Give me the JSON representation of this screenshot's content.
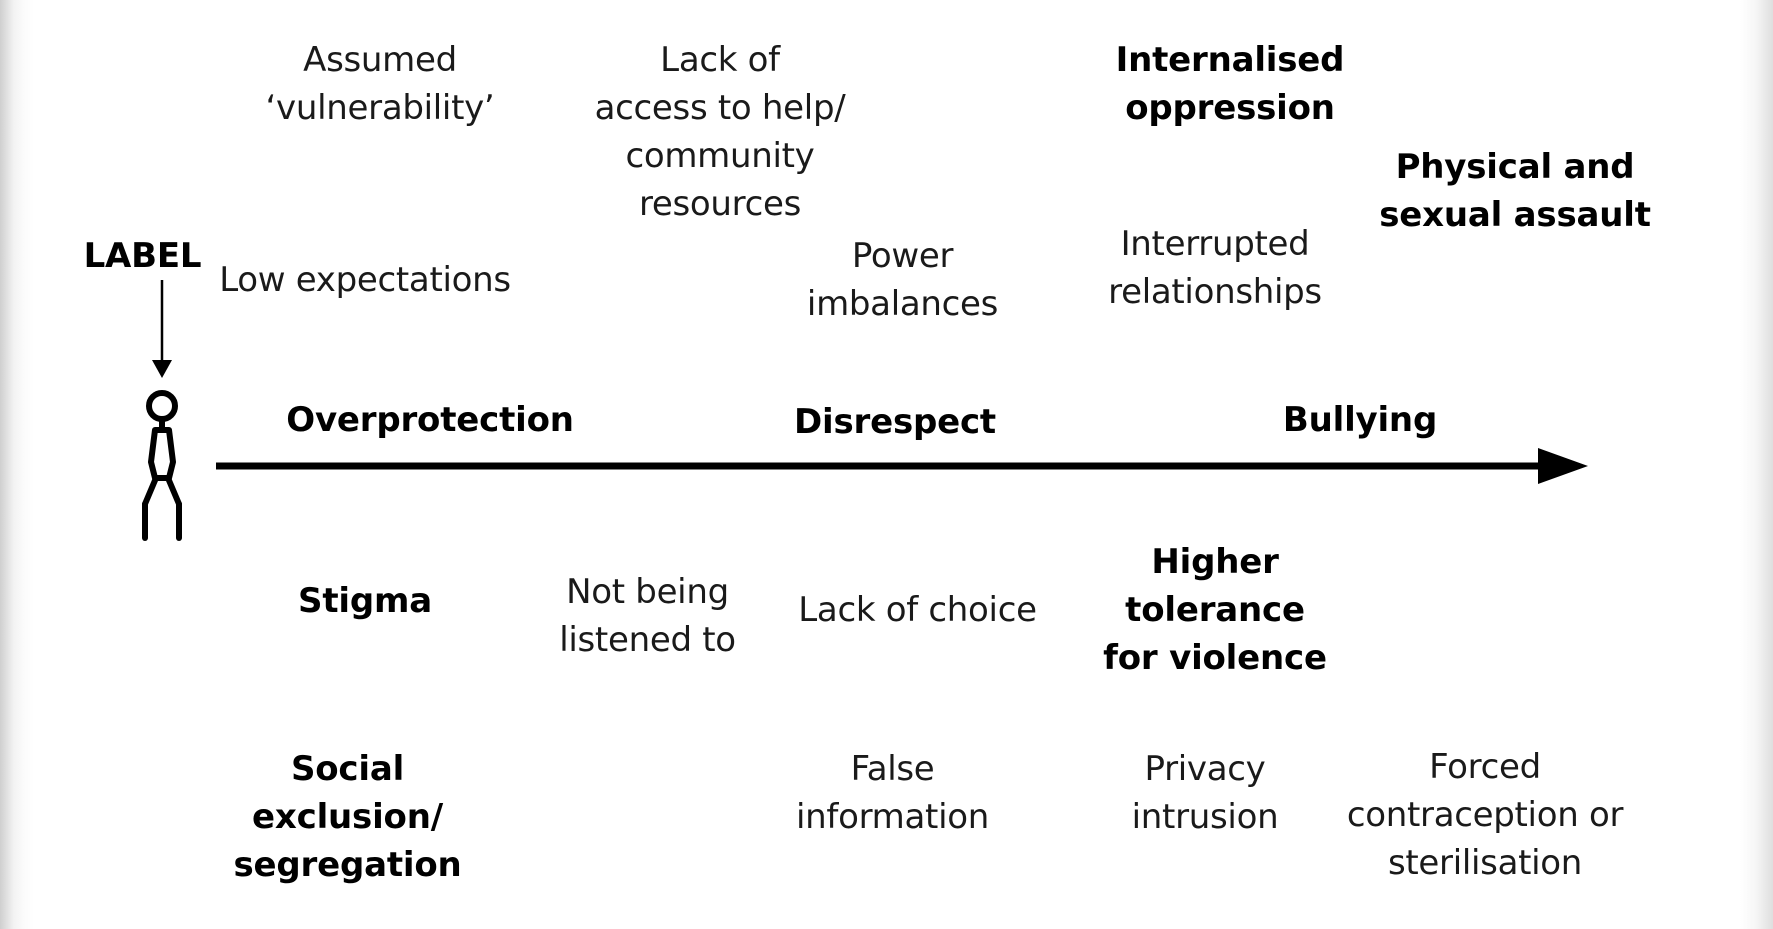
{
  "diagram": {
    "start_label": "LABEL",
    "axis_milestones": {
      "first": "Overprotection",
      "second": "Disrespect",
      "third": "Bullying"
    },
    "above_axis": {
      "assumed_vulnerability": "Assumed\n‘vulnerability’",
      "lack_of_access": "Lack of\naccess to help/\ncommunity\nresources",
      "internalised_oppression": "Internalised\noppression",
      "physical_sexual_assault": "Physical and\nsexual assault",
      "low_expectations": "Low expectations",
      "power_imbalances": "Power\nimbalances",
      "interrupted_relationships": "Interrupted\nrelationships"
    },
    "below_axis": {
      "stigma": "Stigma",
      "not_listened_to": "Not being\nlistened to",
      "lack_of_choice": "Lack of choice",
      "higher_tolerance": "Higher\ntolerance\nfor violence",
      "social_exclusion": "Social\nexclusion/\nsegregation",
      "false_information": "False\ninformation",
      "privacy_intrusion": "Privacy\nintrusion",
      "forced_contraception": "Forced\ncontraception or\nsterilisation"
    }
  }
}
